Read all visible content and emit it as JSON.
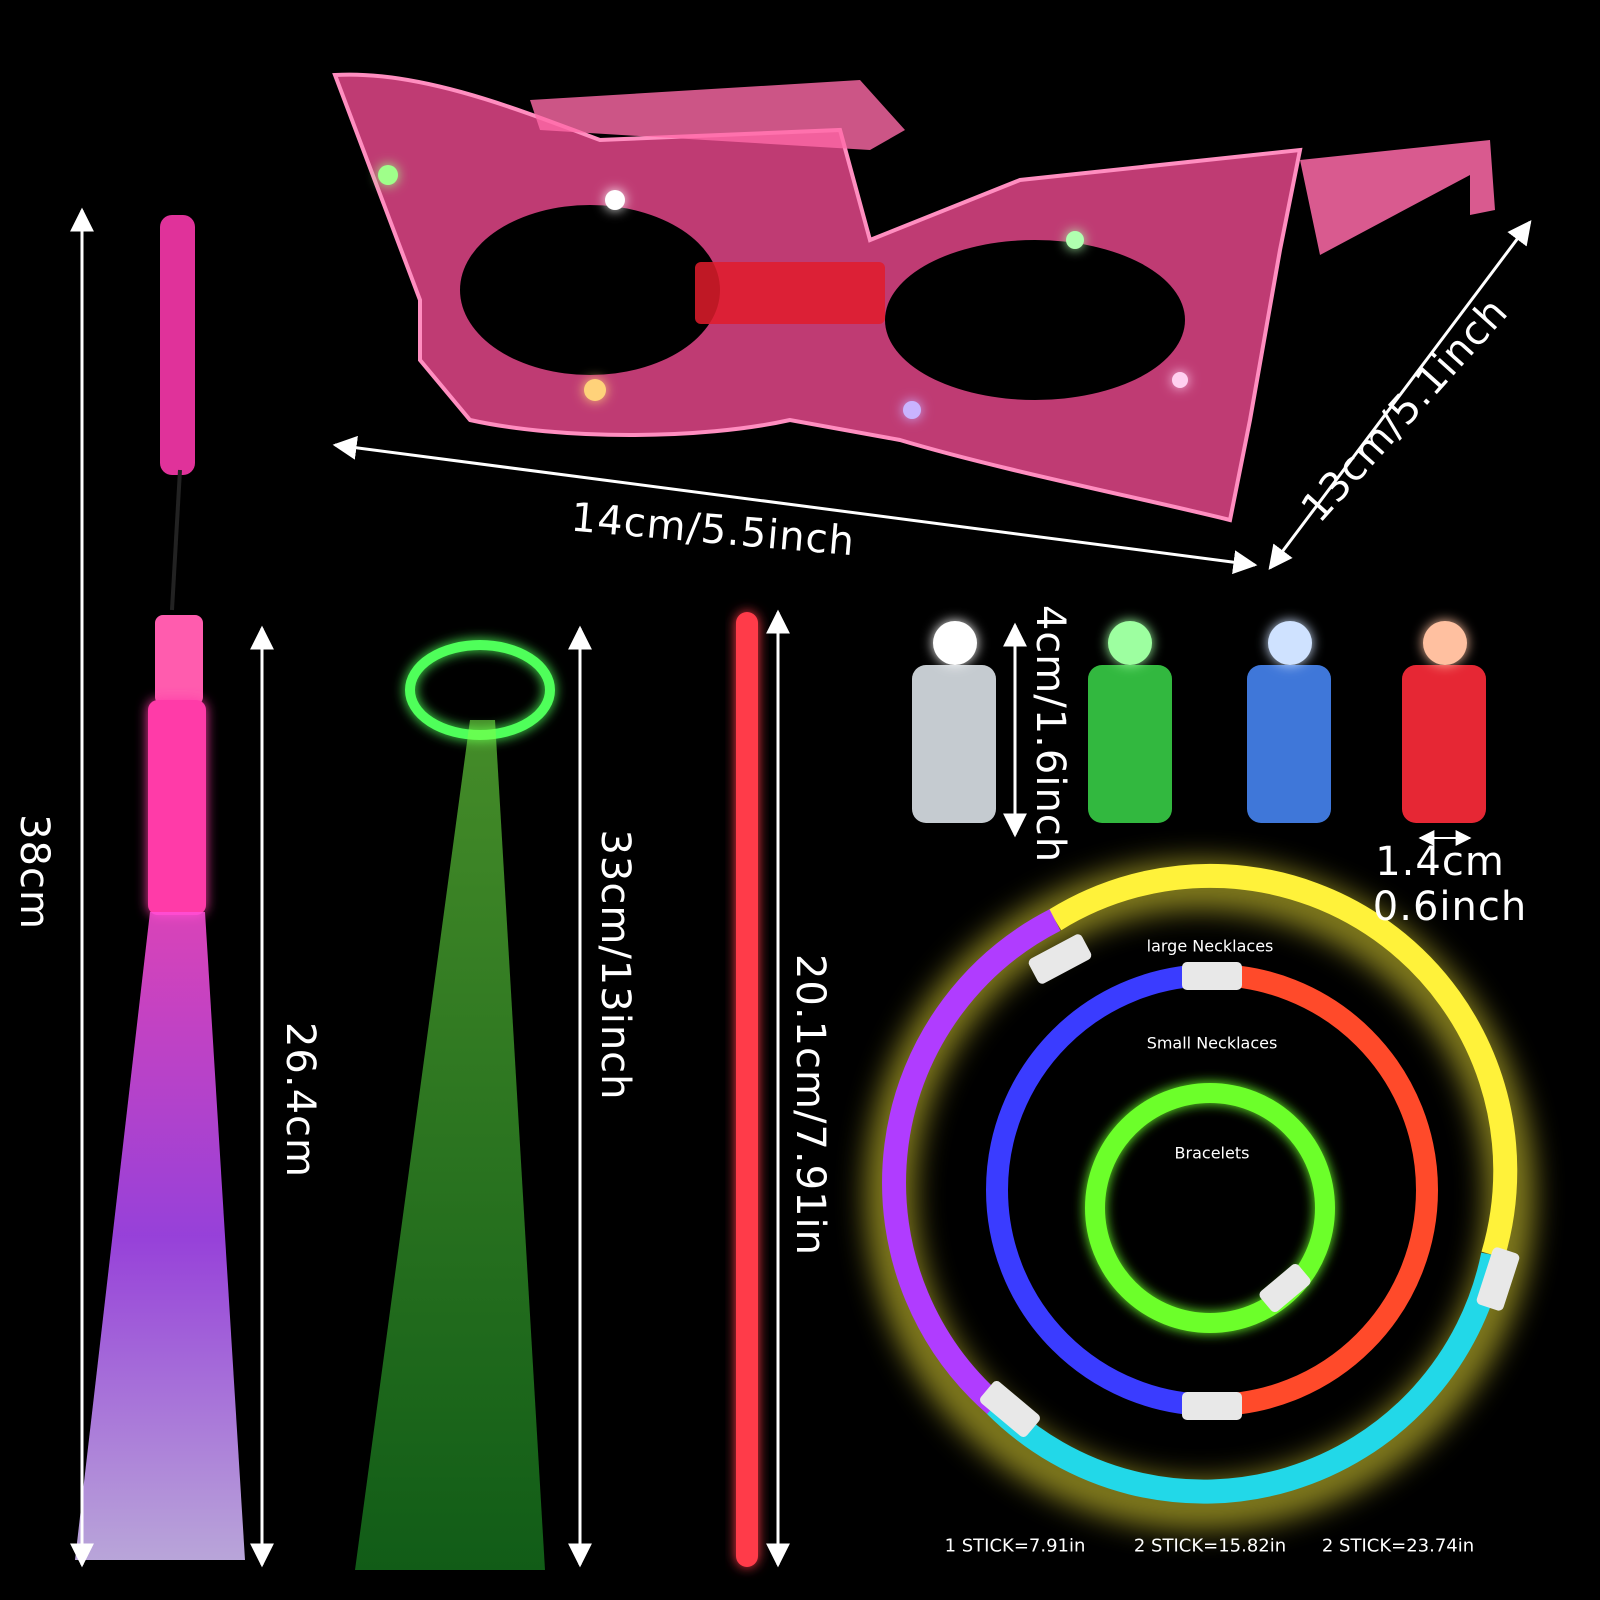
{
  "dimensions": {
    "mask_width": "14cm/5.5inch",
    "mask_height": "13cm/5.1inch",
    "wand_total": "38cm",
    "wand_fiber": "26.4cm",
    "hair_fiber": "33cm/13inch",
    "glow_stick": "20.1cm/7.91in",
    "finger_light_height": "4cm/1.6inch",
    "finger_light_width_cm": "1.4cm",
    "finger_light_width_in": "0.6inch"
  },
  "rings": {
    "large": "large Necklaces",
    "small": "Small Necklaces",
    "bracelet": "Bracelets"
  },
  "sticks": {
    "one": "1 STICK=7.91in",
    "two": "2 STICK=15.82in",
    "three": "2 STICK=23.74in"
  },
  "colors": {
    "background": "#000000",
    "mask_pink": "#ff4f9a",
    "glow_yellow": "#fff23a",
    "glow_purple": "#b03cff",
    "glow_cyan": "#22d8e8",
    "glow_blue": "#3a3cff",
    "glow_orange": "#ff4a2a",
    "glow_green": "#6cff2a",
    "glow_red": "#ff3b4a"
  },
  "finger_lights": [
    {
      "color": "white"
    },
    {
      "color": "green"
    },
    {
      "color": "blue"
    },
    {
      "color": "red"
    }
  ]
}
